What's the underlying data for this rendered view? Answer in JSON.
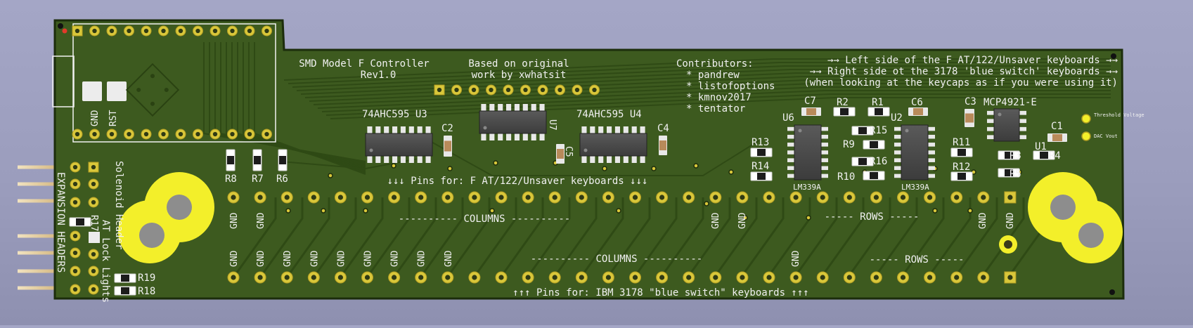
{
  "board": {
    "title_line1": "SMD Model F Controller",
    "title_line2": "Rev1.0",
    "based_line1": "Based on original",
    "based_line2": "work by xwhatsit",
    "contributors_title": "Contributors:",
    "contributors": [
      "* pandrew",
      "* listofoptions",
      "* kmnov2017",
      "* tentator"
    ],
    "note_line1": "→→ Left side of the F AT/122/Unsaver keyboards →→",
    "note_line2": "→→ Right side ot the 3178 'blue switch' keyboards →→",
    "note_line3": "(when looking at the keycaps as if you were using it)",
    "pins_top_label": "↓↓↓ Pins for: F AT/122/Unsaver keyboards ↓↓↓",
    "pins_bottom_label": "↑↑↑ Pins for: IBM 3178 \"blue switch\" keyboards ↑↑↑",
    "columns_top": "---------- COLUMNS ----------",
    "rows_top": "----- ROWS -----",
    "columns_bottom": "---------- COLUMNS ----------",
    "rows_bottom": "----- ROWS -----",
    "gnd": "GND",
    "rst": "RST",
    "solenoid_header": "Solenoid Header",
    "at_lock_lights": "AT Lock Lights",
    "expansion_headers": "EXPANSION HEADERS",
    "threshold_voltage": "Threshold Voltage",
    "dac_vout": "DAC Vout"
  },
  "refs": {
    "u3": "74AHC595  U3",
    "u4": "74AHC595  U4",
    "u7": "U7",
    "u6": "U6",
    "u2": "U2",
    "u1": "U1",
    "mcp": "MCP4921-E",
    "lm339_a": "LM339A",
    "lm339_b": "LM339A",
    "c1": "C1",
    "c2": "C2",
    "c3": "C3",
    "c4": "C4",
    "c5": "C5",
    "c6": "C6",
    "c7": "C7",
    "r1": "R1",
    "r2": "R2",
    "r3": "R3",
    "r4": "R4",
    "r5": "R5",
    "r6": "R6",
    "r7": "R7",
    "r8": "R8",
    "r9": "R9",
    "r10": "R10",
    "r11": "R11",
    "r12": "R12",
    "r13": "R13",
    "r14": "R14",
    "r15": "R15",
    "r16": "R16",
    "r17": "R17",
    "r18": "R18",
    "r19": "R19"
  },
  "colors": {
    "pcb": "#3d5a1f",
    "pcb_edge": "#1c2d0c",
    "trace": "#2f4a16",
    "pad": "#d9c73a",
    "mounting_hole": "#f3ef2a",
    "silkscreen": "#f1f1f1",
    "background": "#9ea0c0"
  }
}
